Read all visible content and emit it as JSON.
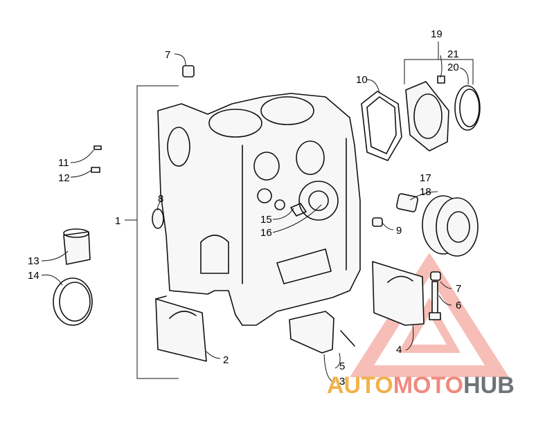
{
  "diagram": {
    "callouts": {
      "c1": "1",
      "c2": "2",
      "c3": "3",
      "c4": "4",
      "c5": "5",
      "c6": "6",
      "c7_top": "7",
      "c7_right": "7",
      "c8": "8",
      "c9": "9",
      "c10": "10",
      "c11": "11",
      "c12": "12",
      "c13": "13",
      "c14": "14",
      "c15": "15",
      "c16": "16",
      "c17": "17",
      "c18": "18",
      "c19": "19",
      "c20": "20",
      "c21": "21"
    }
  },
  "watermark": {
    "part1": "AUTO",
    "part2": "MOTO",
    "part3": "HUB",
    "colors": {
      "auto": "#f2b24a",
      "moto": "#f08a7e",
      "hub": "#6f7377",
      "triangle": "#f08a7e"
    }
  }
}
